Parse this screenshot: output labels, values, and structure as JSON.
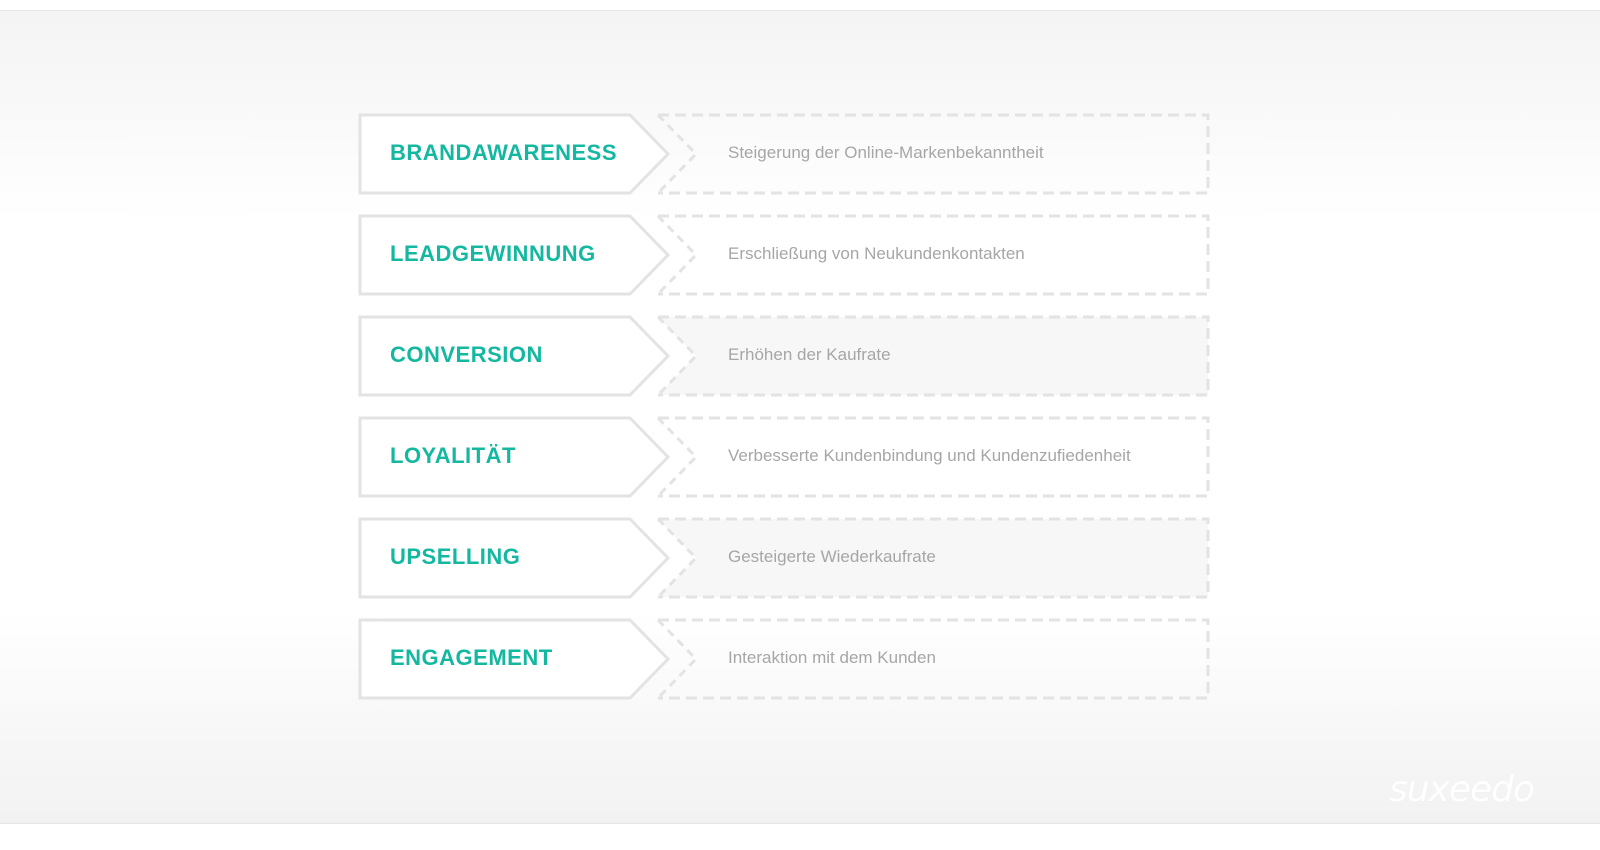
{
  "goals": [
    {
      "title": "BRANDAWARENESS",
      "description": "Steigerung der Online-Markenbekanntheit",
      "shaded": false
    },
    {
      "title": "LEADGEWINNUNG",
      "description": "Erschließung von Neukundenkontakten",
      "shaded": false
    },
    {
      "title": "CONVERSION",
      "description": "Erhöhen der Kaufrate",
      "shaded": true
    },
    {
      "title": "LOYALITÄT",
      "description": "Verbesserte Kundenbindung und Kundenzufiedenheit",
      "shaded": false
    },
    {
      "title": "UPSELLING",
      "description": "Gesteigerte Wiederkaufrate",
      "shaded": true
    },
    {
      "title": "ENGAGEMENT",
      "description": "Interaktion mit dem Kunden",
      "shaded": false
    }
  ],
  "logo": {
    "text": "suxeedo"
  },
  "colors": {
    "accent": "#14b8a0",
    "description_text": "#a6a6a6",
    "outline": "#e3e3e3",
    "shaded_fill": "#f7f7f7"
  }
}
